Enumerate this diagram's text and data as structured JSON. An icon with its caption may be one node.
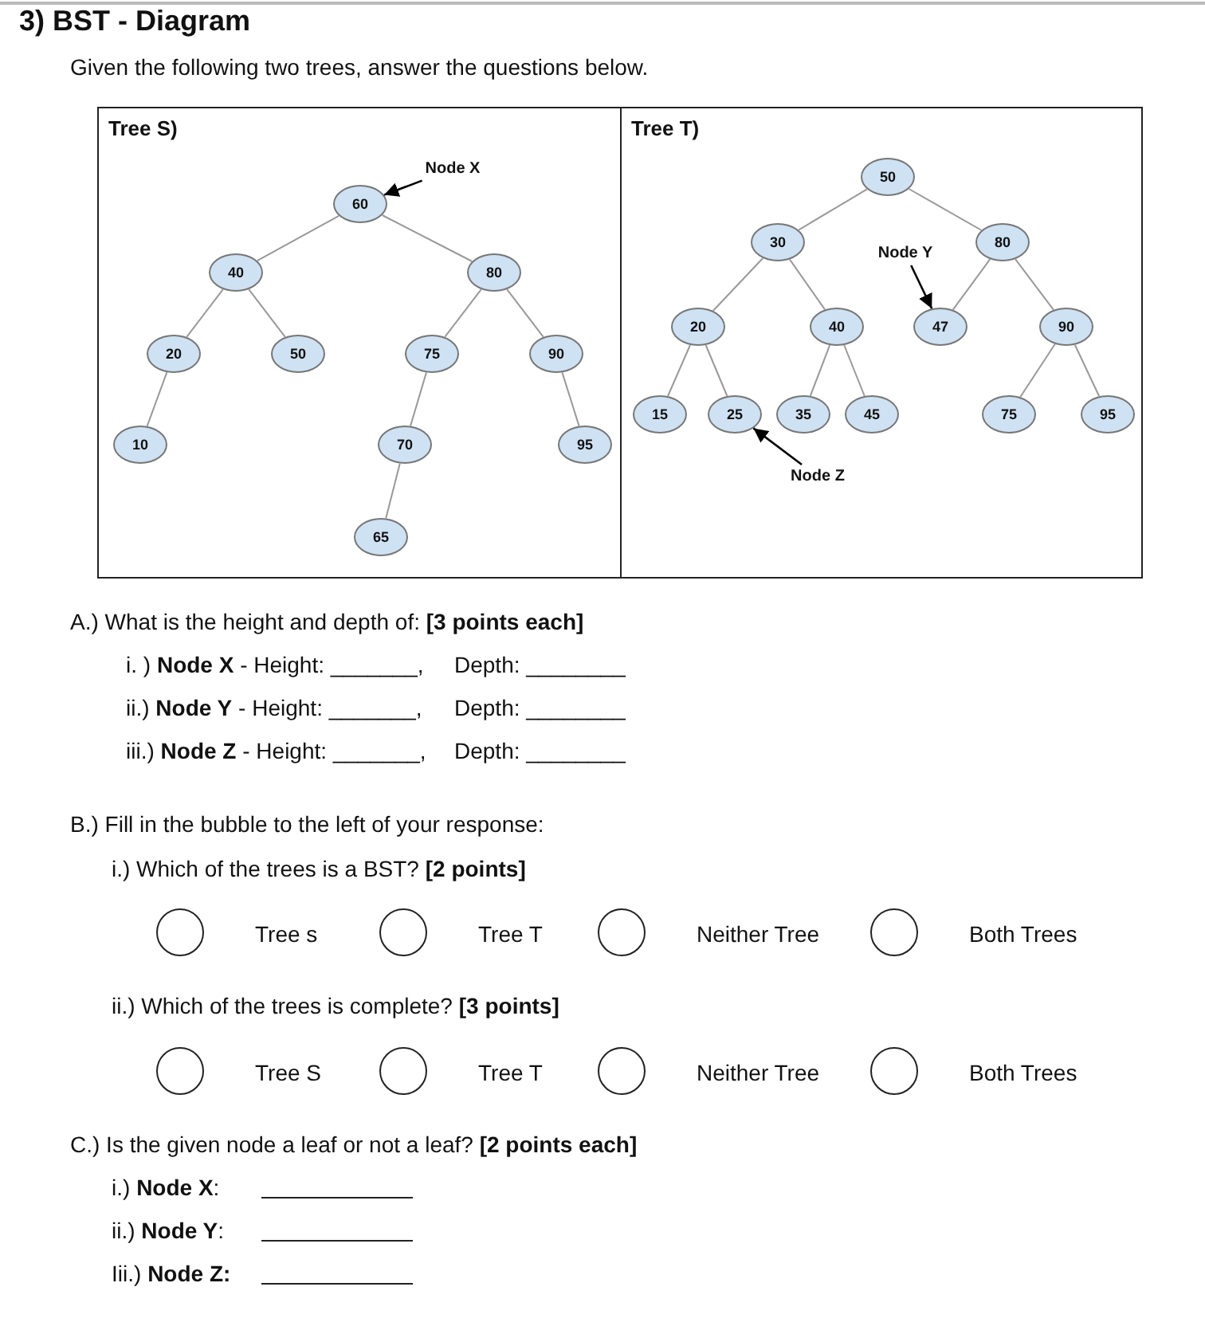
{
  "diagram": {
    "title": "3) BST - Diagram",
    "nodes": [
      {
        "text": [
          "Tree S)"
        ]
      },
      {
        "text": [
          "60"
        ],
        "in": 0
      },
      {
        "text": [
          "40"
        ],
        "in": 0
      },
      {
        "text": [
          "80"
        ],
        "in": 0
      },
      {
        "text": [
          "20"
        ],
        "in": 0
      },
      {
        "text": [
          "50"
        ],
        "in": 0
      },
      {
        "text": [
          "75"
        ],
        "in": 0
      },
      {
        "text": [
          "90"
        ],
        "in": 0
      },
      {
        "text": [
          "10"
        ],
        "in": 0
      },
      {
        "text": [
          "70"
        ],
        "in": 0
      },
      {
        "text": [
          "95"
        ],
        "in": 0
      },
      {
        "text": [
          "65"
        ],
        "in": 0
      },
      {
        "text": [
          "Node X"
        ],
        "in": 0
      },
      {
        "text": [
          "Tree T)"
        ]
      },
      {
        "text": [
          "50"
        ],
        "in": 13
      },
      {
        "text": [
          "30"
        ],
        "in": 13
      },
      {
        "text": [
          "80"
        ],
        "in": 13
      },
      {
        "text": [
          "20"
        ],
        "in": 13
      },
      {
        "text": [
          "40"
        ],
        "in": 13
      },
      {
        "text": [
          "47"
        ],
        "in": 13
      },
      {
        "text": [
          "90"
        ],
        "in": 13
      },
      {
        "text": [
          "15"
        ],
        "in": 13
      },
      {
        "text": [
          "25"
        ],
        "in": 13
      },
      {
        "text": [
          "35"
        ],
        "in": 13
      },
      {
        "text": [
          "45"
        ],
        "in": 13
      },
      {
        "text": [
          "75"
        ],
        "in": 13
      },
      {
        "text": [
          "95"
        ],
        "in": 13
      },
      {
        "text": [
          "Node Y"
        ],
        "in": 13
      },
      {
        "text": [
          "Node Z"
        ],
        "in": 13
      }
    ],
    "edges": [
      {
        "from": 1,
        "to": 2,
        "arrow": "none"
      },
      {
        "from": 1,
        "to": 3,
        "arrow": "none"
      },
      {
        "from": 2,
        "to": 4,
        "arrow": "none"
      },
      {
        "from": 2,
        "to": 5,
        "arrow": "none"
      },
      {
        "from": 3,
        "to": 6,
        "arrow": "none"
      },
      {
        "from": 3,
        "to": 7,
        "arrow": "none"
      },
      {
        "from": 4,
        "to": 8,
        "arrow": "none"
      },
      {
        "from": 6,
        "to": 9,
        "arrow": "none"
      },
      {
        "from": 7,
        "to": 10,
        "arrow": "none"
      },
      {
        "from": 9,
        "to": 11,
        "arrow": "none"
      },
      {
        "from": 12,
        "to": 1,
        "arrow": "to",
        "color": "#000000"
      },
      {
        "from": 14,
        "to": 15,
        "arrow": "none"
      },
      {
        "from": 14,
        "to": 16,
        "arrow": "none"
      },
      {
        "from": 15,
        "to": 17,
        "arrow": "none"
      },
      {
        "from": 15,
        "to": 18,
        "arrow": "none"
      },
      {
        "from": 16,
        "to": 19,
        "arrow": "none"
      },
      {
        "from": 16,
        "to": 20,
        "arrow": "none"
      },
      {
        "from": 17,
        "to": 21,
        "arrow": "none"
      },
      {
        "from": 17,
        "to": 22,
        "arrow": "none"
      },
      {
        "from": 18,
        "to": 23,
        "arrow": "none"
      },
      {
        "from": 18,
        "to": 24,
        "arrow": "none"
      },
      {
        "from": 20,
        "to": 25,
        "arrow": "none"
      },
      {
        "from": 20,
        "to": 26,
        "arrow": "none"
      },
      {
        "from": 27,
        "to": 19,
        "arrow": "to",
        "color": "#000000"
      },
      {
        "from": 28,
        "to": 22,
        "arrow": "to",
        "color": "#000000"
      }
    ],
    "labels": [
      "Given the following two trees, answer the questions below.",
      "A.) What is the height and depth of: **[3 points each]**",
      "i. ) **Node X** - Height: _______,",
      "Depth: ________",
      "ii.) **Node Y** - Height: _______,",
      "Depth: ________",
      "iii.) **Node Z** - Height: _______,",
      "Depth: ________",
      "B.) Fill in the bubble to the left of your response:",
      "i.) Which of the trees is a BST? **[2 points]**",
      "Tree s",
      "Tree T",
      "Neither Tree",
      "Both Trees",
      "ii.) Which of the trees is complete? **[3 points]**",
      "Tree S",
      "Tree T",
      "Neither Tree",
      "Both Trees",
      "C.) Is the given node a leaf or not a leaf? **[2 points each]**",
      "i.) **Node X**:",
      "ii.) **Node Y**:",
      "Iii.) **Node Z:**"
    ]
  }
}
